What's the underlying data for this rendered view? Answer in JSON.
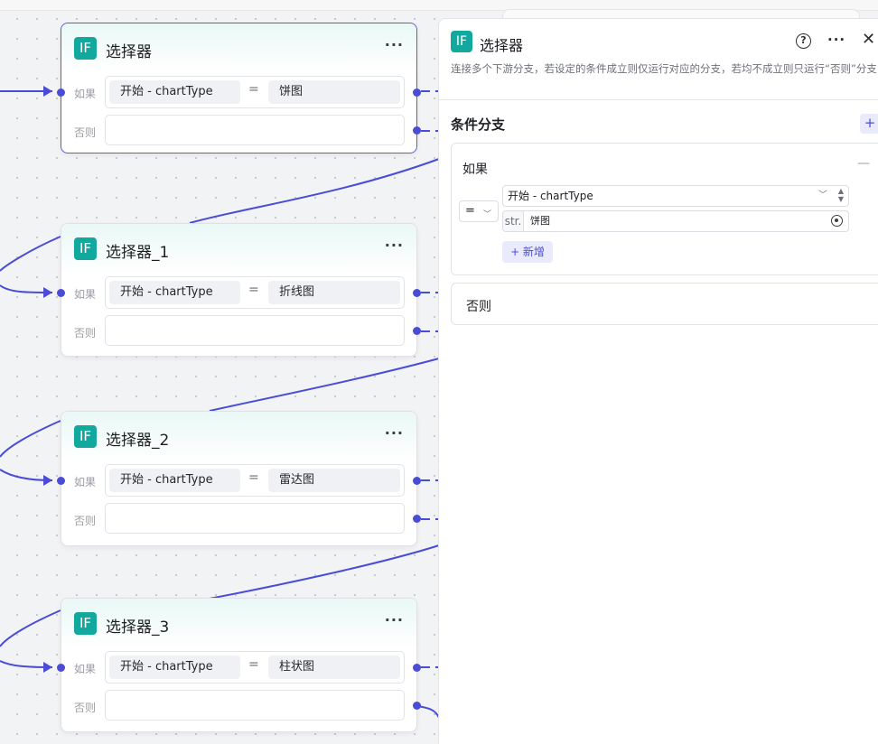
{
  "canvas": {
    "nodes": [
      {
        "title": "选择器",
        "if_label": "如果",
        "else_label": "否则",
        "left_operand": "开始  -  chartType",
        "operator": "=",
        "right_operand": "饼图",
        "badge": "IF",
        "more": "···"
      },
      {
        "title": "选择器_1",
        "if_label": "如果",
        "else_label": "否则",
        "left_operand": "开始  -  chartType",
        "operator": "=",
        "right_operand": "折线图",
        "badge": "IF",
        "more": "···"
      },
      {
        "title": "选择器_2",
        "if_label": "如果",
        "else_label": "否则",
        "left_operand": "开始  -  chartType",
        "operator": "=",
        "right_operand": "雷达图",
        "badge": "IF",
        "more": "···"
      },
      {
        "title": "选择器_3",
        "if_label": "如果",
        "else_label": "否则",
        "left_operand": "开始  -  chartType",
        "operator": "=",
        "right_operand": "柱状图",
        "badge": "IF",
        "more": "···"
      }
    ],
    "edge_color": "#4a4cd6",
    "badge_color": "#13a89e"
  },
  "panel": {
    "badge": "IF",
    "title": "选择器",
    "help": "?",
    "more": "···",
    "close": "✕",
    "description": "连接多个下游分支，若设定的条件成立则仅运行对应的分支，若均不成立则只运行“否则”分支",
    "section_title": "条件分支",
    "add_icon": "+",
    "branch": {
      "title": "如果",
      "collapse": "—",
      "operator": "=",
      "variable": "开始 - chartType",
      "value_type": "str.",
      "value": "饼图",
      "add_label": "+ 新增"
    },
    "else_title": "否则"
  }
}
